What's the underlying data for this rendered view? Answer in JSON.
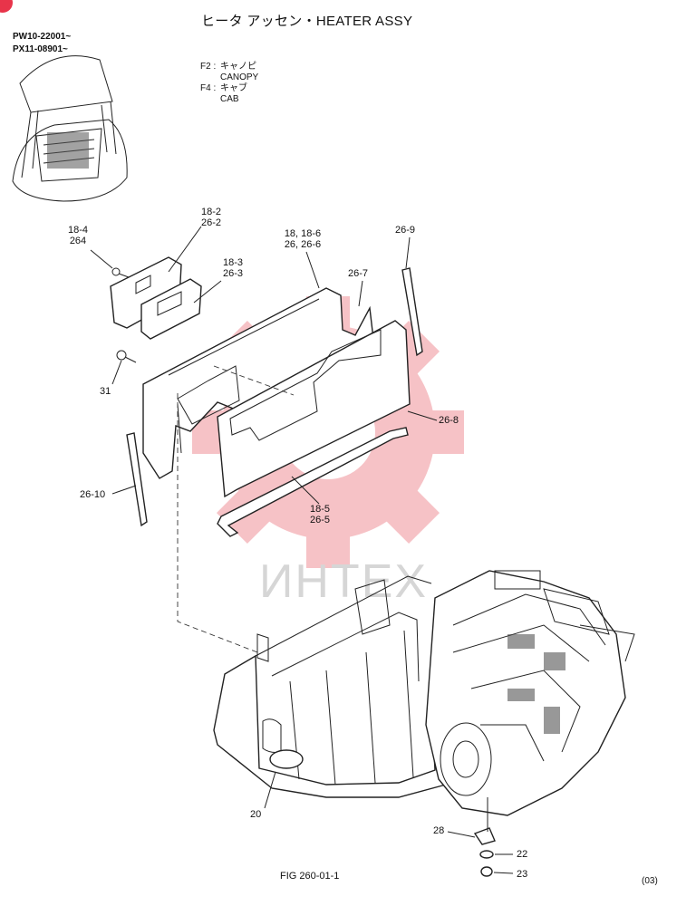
{
  "title": "ヒータ アッセン・HEATER ASSY",
  "serials": [
    "PW10-22001~",
    "PX11-08901~"
  ],
  "legend": [
    {
      "code": "F2 :",
      "jp": "キャノピ",
      "en": "CANOPY"
    },
    {
      "code": "F4 :",
      "jp": "キャブ",
      "en": "CAB"
    }
  ],
  "callouts": {
    "c18_4": [
      "18-4",
      "264"
    ],
    "c18_2": [
      "18-2",
      "26-2"
    ],
    "c18_3": [
      "18-3",
      "26-3"
    ],
    "c18_6": [
      "18, 18-6",
      "26, 26-6"
    ],
    "c26_9": "26-9",
    "c26_7": "26-7",
    "c31": "31",
    "c26_8": "26-8",
    "c26_10": "26-10",
    "c18_5": [
      "18-5",
      "26-5"
    ],
    "c20": "20",
    "c28": "28",
    "c22": "22",
    "c23": "23"
  },
  "watermark": "ИНТЕХ",
  "figure": "FIG 260-01-1",
  "revision": "(03)",
  "colors": {
    "watermark_gear": "#f5b8bd",
    "watermark_text": "#d6d6d6",
    "corner_badge": "#e8344a"
  }
}
